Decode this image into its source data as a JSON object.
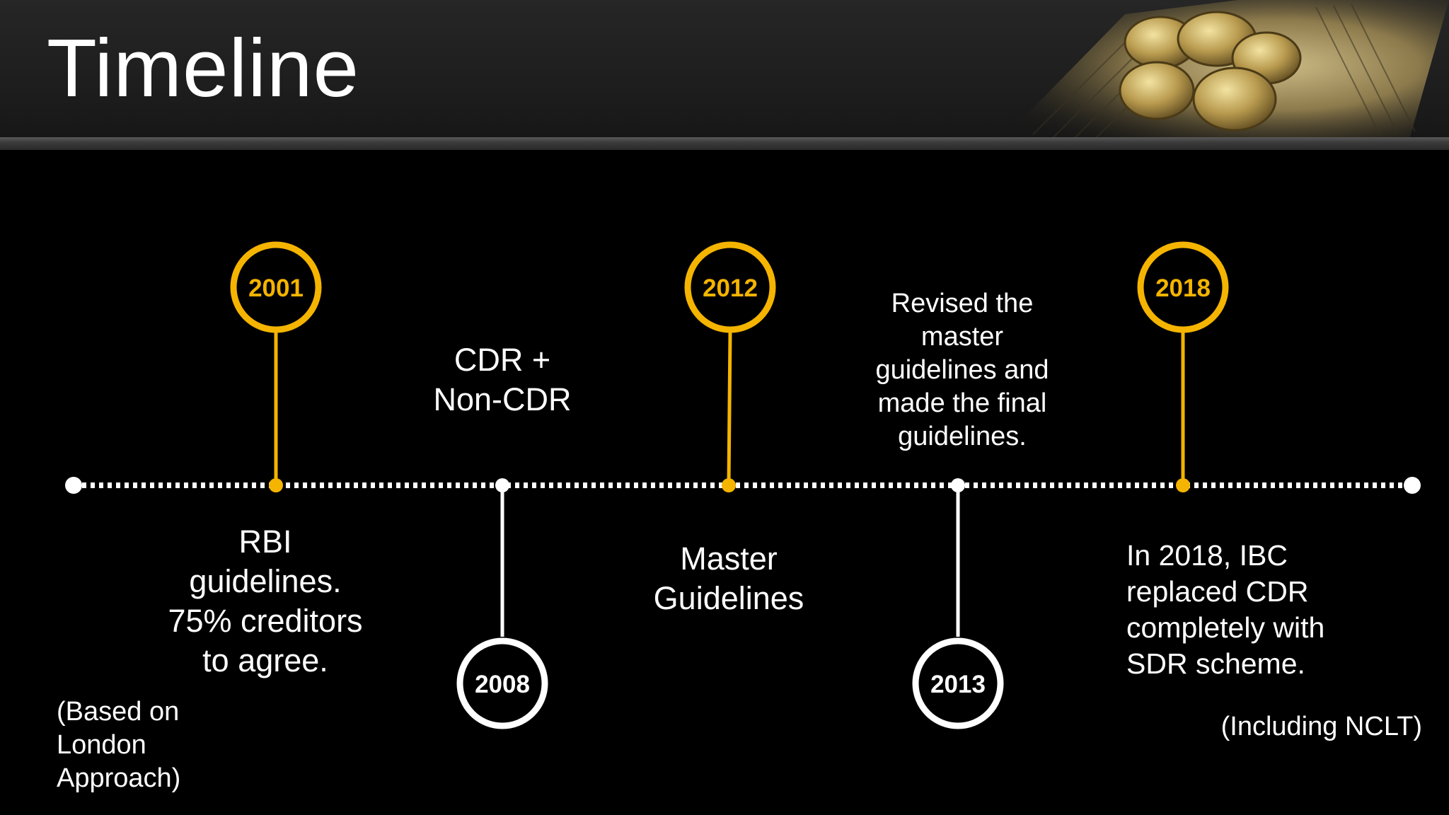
{
  "title": "Timeline",
  "colors": {
    "accent": "#F4B400",
    "white": "#FFFFFF",
    "background": "#000000"
  },
  "milestones": [
    {
      "year": "2001",
      "label": "RBI guidelines. 75% creditors to agree.",
      "lines": [
        "RBI",
        "guidelines.",
        "75% creditors",
        "to agree."
      ],
      "note_lines": [
        "(Based on",
        "London",
        "Approach)"
      ]
    },
    {
      "year": "2008",
      "label": "CDR + Non-CDR",
      "lines": [
        "CDR +",
        "Non-CDR"
      ]
    },
    {
      "year": "2012",
      "label": "Master Guidelines",
      "lines": [
        "Master",
        "Guidelines"
      ]
    },
    {
      "year": "2013",
      "label": "Revised the master guidelines and made the final guidelines.",
      "lines": [
        "Revised the",
        "master",
        "guidelines and",
        "made the final",
        "guidelines."
      ]
    },
    {
      "year": "2018",
      "label": "In 2018, IBC replaced CDR completely with SDR scheme.",
      "lines": [
        "In 2018, IBC",
        "replaced CDR",
        "completely with",
        "SDR scheme."
      ],
      "note_lines": [
        "(Including NCLT)"
      ]
    }
  ]
}
